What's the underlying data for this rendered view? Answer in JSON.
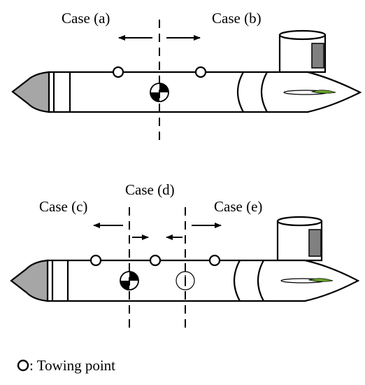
{
  "labels": {
    "case_a": "Case (a)",
    "case_b": "Case (b)",
    "case_c": "Case (c)",
    "case_d": "Case (d)",
    "case_e": "Case (e)"
  },
  "legend": {
    "text": ": Towing point"
  },
  "colors": {
    "hull_fill": "#ffffff",
    "nose_fill": "#a6a6a6",
    "sail_window": "#808080",
    "propeller_green": "#6aa82a",
    "stroke": "#000000"
  },
  "icons": {
    "center_of_gravity": "cg-symbol-icon",
    "center_of_buoyancy": "cb-symbol-icon",
    "towing_point": "towing-point-icon"
  }
}
